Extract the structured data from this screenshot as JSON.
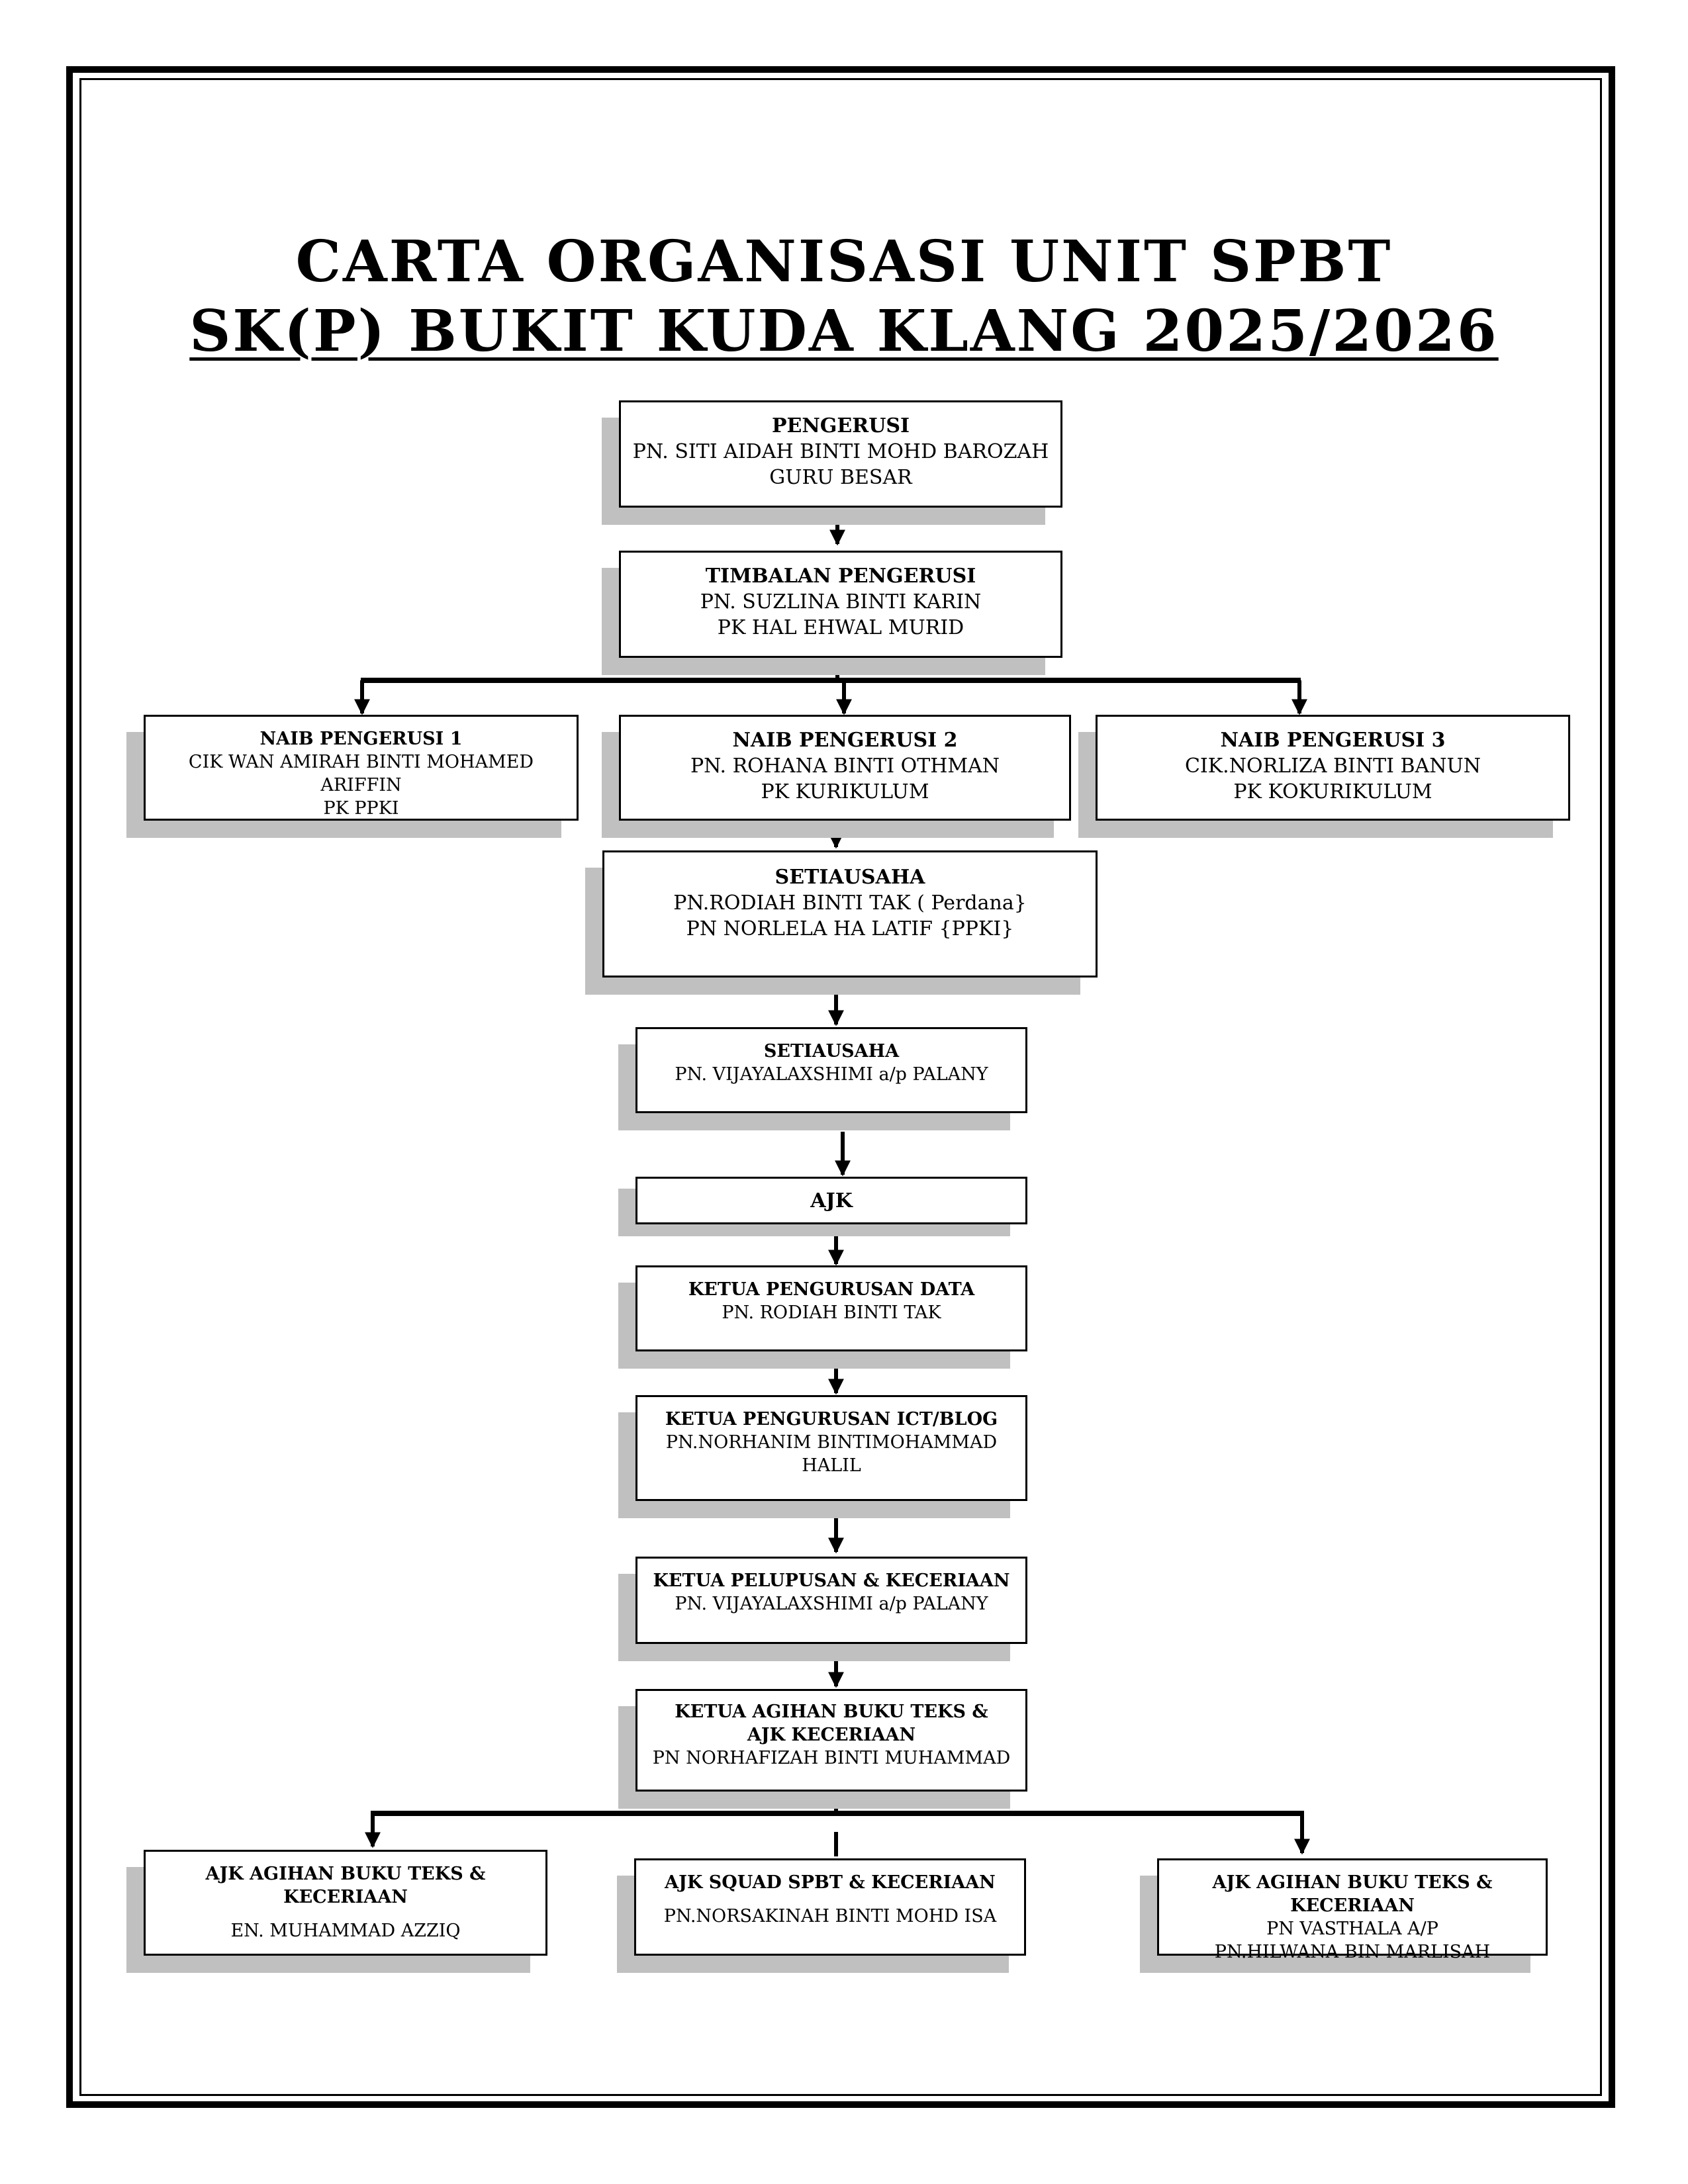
{
  "title": {
    "line1": "CARTA ORGANISASI UNIT SPBT",
    "line2": "SK(P) BUKIT KUDA KLANG 2025/2026"
  },
  "nodes": {
    "pengerusi": {
      "role": "PENGERUSI",
      "lines": [
        "PN. SITI AIDAH BINTI MOHD BAROZAH",
        "GURU BESAR"
      ]
    },
    "timbalan": {
      "role": "TIMBALAN PENGERUSI",
      "lines": [
        "PN. SUZLINA BINTI KARIN",
        "PK HAL EHWAL MURID"
      ]
    },
    "naib1": {
      "role": "NAIB PENGERUSI 1",
      "lines": [
        "CIK WAN AMIRAH BINTI MOHAMED ARIFFIN",
        "PK PPKI"
      ]
    },
    "naib2": {
      "role": "NAIB PENGERUSI  2",
      "lines": [
        "PN. ROHANA BINTI OTHMAN",
        "PK KURIKULUM"
      ]
    },
    "naib3": {
      "role": "NAIB PENGERUSI  3",
      "lines": [
        "CIK.NORLIZA BINTI BANUN",
        "PK KOKURIKULUM"
      ]
    },
    "setiausaha1": {
      "role": "SETIAUSAHA",
      "lines": [
        "PN.RODIAH BINTI TAK ( Perdana}",
        "PN NORLELA  HA LATIF {PPKI}"
      ]
    },
    "setiausaha2": {
      "role": "SETIAUSAHA",
      "lines": [
        "PN. VIJAYALAXSHIMI a/p PALANY"
      ]
    },
    "ajk": {
      "role": "AJK",
      "lines": []
    },
    "ketua_data": {
      "role": "KETUA PENGURUSAN DATA",
      "lines": [
        "PN. RODIAH BINTI TAK"
      ]
    },
    "ketua_ict": {
      "role": "KETUA PENGURUSAN ICT/BLOG",
      "lines": [
        "PN.NORHANIM BINTIMOHAMMAD HALIL"
      ]
    },
    "ketua_pelupusan": {
      "role": "KETUA PELUPUSAN & KECERIAAN",
      "lines": [
        "PN. VIJAYALAXSHIMI a/p PALANY"
      ]
    },
    "ketua_agihan": {
      "role": "KETUA AGIHAN BUKU TEKS  & AJK KECERIAAN",
      "lines": [
        "PN NORHAFIZAH BINTI MUHAMMAD"
      ]
    },
    "ajk_agihan_1": {
      "role": "AJK AGIHAN BUKU TEKS  & KECERIAAN",
      "lines": [
        "EN. MUHAMMAD AZZIQ"
      ]
    },
    "ajk_squad": {
      "role": "AJK SQUAD SPBT  & KECERIAAN",
      "lines": [
        "PN.NORSAKINAH BINTI MOHD ISA"
      ]
    },
    "ajk_agihan_2": {
      "role": "AJK AGIHAN BUKU TEKS  & KECERIAAN",
      "lines": [
        "PN VASTHALA A/P",
        "PN.HILWANA BIN MARLISAH"
      ]
    }
  }
}
